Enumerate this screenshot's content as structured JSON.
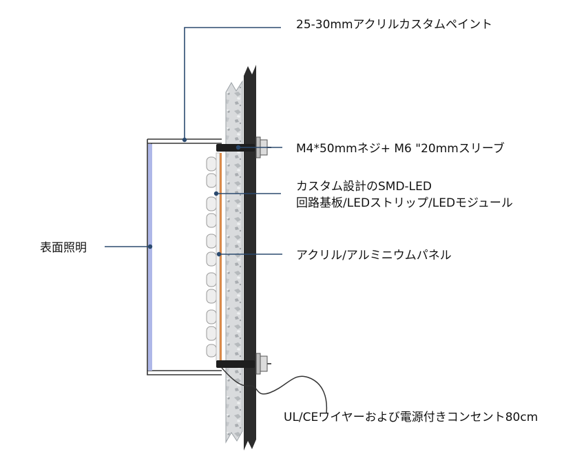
{
  "labels": {
    "acrylic_paint": "25-30mmアクリルカスタムペイント",
    "screw_sleeve": "M4*50mmネジ+ M6 \"20mmスリーブ",
    "smd_led_line1": "カスタム設計のSMD-LED",
    "smd_led_line2": "回路基板/LEDストリップ/LEDモジュール",
    "panel": "アクリル/アルミニウムパネル",
    "surface_lighting": "表面照明",
    "wire_plug": "UL/CEワイヤーおよび電源付きコンセント80cm"
  },
  "colors": {
    "leader_line": "#2b4a6f",
    "wall_dark": "#2c2c2c",
    "stone_fill": "#d6d8da",
    "led_strip": "#d98a4a",
    "face_panel": "#aeb7e8",
    "standoff": "#1e1e1e"
  }
}
